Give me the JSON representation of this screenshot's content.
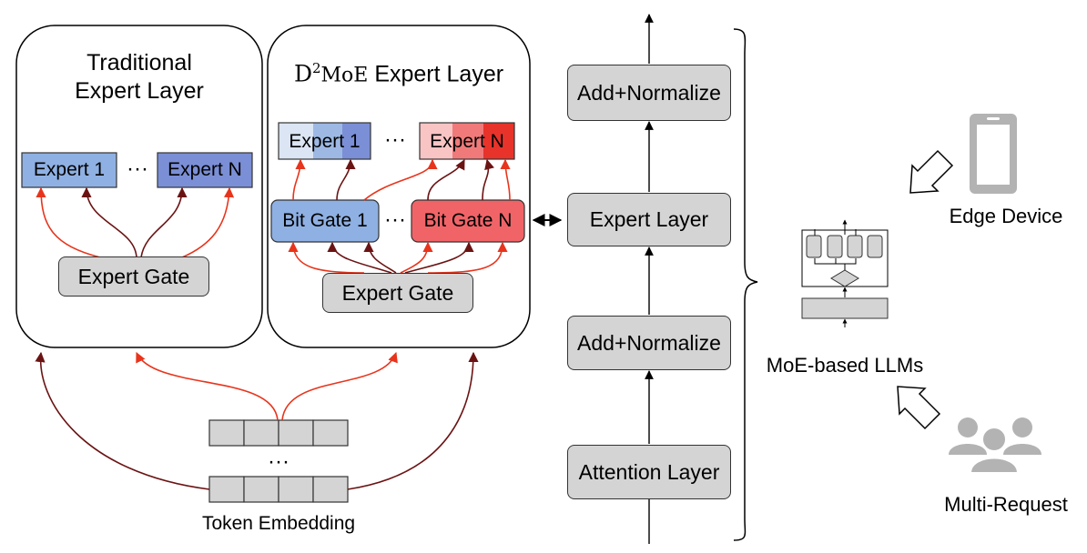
{
  "traditional": {
    "title_line1": "Traditional",
    "title_line2": "Expert Layer",
    "expert_first": "Expert 1",
    "expert_last": "Expert N",
    "ellipsis": "···",
    "gate": "Expert Gate"
  },
  "d2moe": {
    "title_prefix": "D",
    "title_sup": "2",
    "title_mid": "MoE",
    "title_suffix": " Expert Layer",
    "expert_first": "Expert 1",
    "expert_last": "Expert N",
    "ellipsis": "···",
    "bitgate_first": "Bit Gate 1",
    "bitgate_last": "Bit Gate N",
    "gate": "Expert Gate"
  },
  "token": {
    "ellipsis": "···",
    "label": "Token Embedding"
  },
  "stack": {
    "add_normalize_top": "Add+Normalize",
    "expert_layer": "Expert Layer",
    "add_normalize_bottom": "Add+Normalize",
    "attention": "Attention Layer"
  },
  "right": {
    "moe_label": "MoE-based LLMs",
    "edge_label": "Edge Device",
    "multi_label": "Multi-Request"
  },
  "colors": {
    "blue_light": "#dbe5f4",
    "blue_mid": "#9db9e3",
    "blue_dark": "#7b8fd6",
    "red_light": "#f9c4c4",
    "red_mid": "#f07a7a",
    "red_dark": "#e8332b",
    "arrow_red": "#e8341c",
    "arrow_dark": "#6b1313",
    "gray_box": "#d4d4d4",
    "icon_gray": "#b3b3b3"
  }
}
